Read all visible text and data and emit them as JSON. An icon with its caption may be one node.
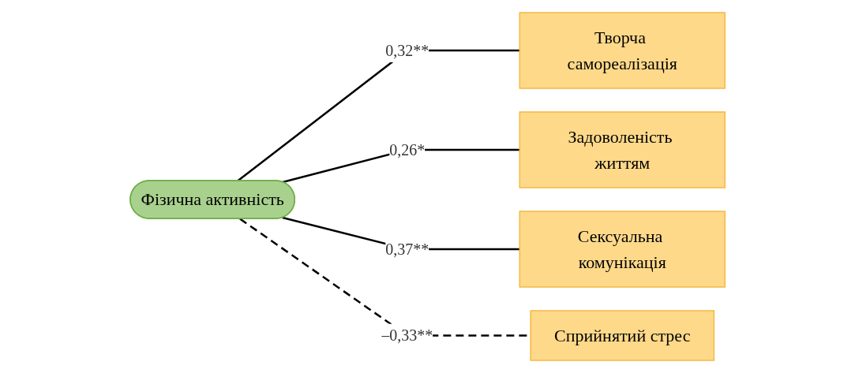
{
  "diagram": {
    "nodes": [
      {
        "text": [
          "Фізична активність"
        ]
      },
      {
        "text": [
          "Творча самореалізація"
        ]
      },
      {
        "text": [
          "Задоволеність життям"
        ]
      },
      {
        "text": [
          "Сексуальна комунікація"
        ]
      },
      {
        "text": [
          "Сприйнятий стрес"
        ]
      }
    ],
    "edges": [
      {
        "from": 0,
        "to": 1,
        "arrow": "none",
        "label": "0,32**"
      },
      {
        "from": 0,
        "to": 2,
        "arrow": "none",
        "label": "0,26*"
      },
      {
        "from": 0,
        "to": 3,
        "arrow": "none",
        "label": "0,37**"
      },
      {
        "from": 0,
        "to": 4,
        "arrow": "none",
        "label": "–0,33**",
        "style": "dashed"
      }
    ]
  }
}
